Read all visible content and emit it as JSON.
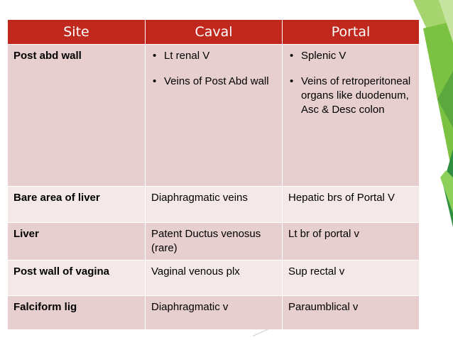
{
  "theme": {
    "header_color": "#c0281e",
    "row_dark": "#e8cfcf",
    "row_light": "#f4e8e8",
    "accent_green": "#7cc242"
  },
  "table": {
    "headers": [
      "Site",
      "Caval",
      "Portal"
    ],
    "rows": [
      {
        "site": "Post abd wall",
        "caval": [
          "Lt renal V",
          "Veins of  Post Abd wall"
        ],
        "portal": [
          "Splenic V",
          "Veins of retroperitoneal organs like duodenum, Asc & Desc colon"
        ]
      },
      {
        "site": "Bare area of liver",
        "caval": "Diaphragmatic veins",
        "portal": "Hepatic brs of Portal V"
      },
      {
        "site": "Liver",
        "caval": "Patent Ductus venosus (rare)",
        "portal": "Lt br of portal v"
      },
      {
        "site": "Post wall of vagina",
        "caval": "Vaginal venous plx",
        "portal": "Sup rectal v"
      },
      {
        "site": "Falciform lig",
        "caval": "Diaphragmatic v",
        "portal": "Paraumblical v"
      }
    ]
  }
}
